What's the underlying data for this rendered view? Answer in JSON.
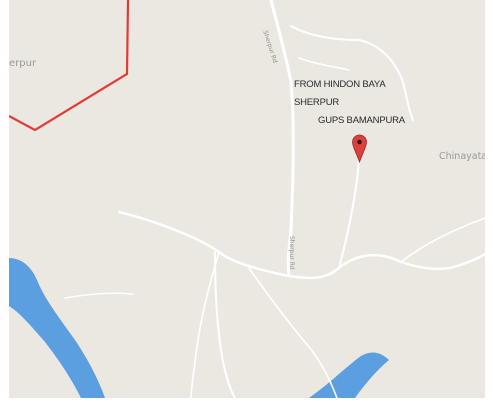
{
  "map": {
    "places": {
      "sherpur": "erpur",
      "chinayata": "Chinayata"
    },
    "annotations": {
      "line1": "FROM HINDON BAYA",
      "line2": "SHERPUR",
      "line3": "GUPS BAMANPURA"
    },
    "roads": {
      "upper": "Sherpur Rd",
      "lower": "Sherpur Rd"
    },
    "marker": {
      "icon": "map-pin-icon",
      "color": "#d9413d"
    },
    "colors": {
      "land": "#ebe8e1",
      "road": "#ffffff",
      "water": "#5c9fe0",
      "boundary": "#e53935"
    }
  }
}
